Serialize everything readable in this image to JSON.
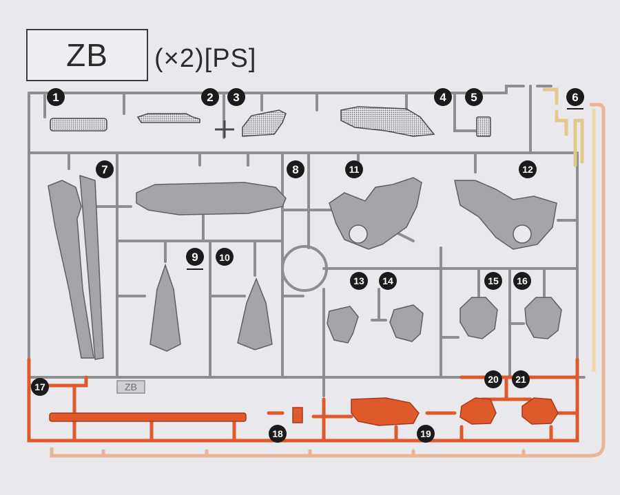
{
  "header": {
    "code": "ZB",
    "quantity": "(×2)",
    "material": "[PS]"
  },
  "runner_code_tag": "ZB",
  "colors": {
    "gray_runner": "#8e8d92",
    "dark_part": "#5a595e",
    "light_gray_part": "#a5a4aa",
    "yellow_runner": "#e2c88a",
    "orange_runner": "#de5a2b",
    "peach_runner": "#e9b596",
    "background": "#e9e8ed"
  },
  "parts": {
    "dark_gray": [
      "1",
      "2",
      "3",
      "4",
      "5"
    ],
    "yellow": [
      "6"
    ],
    "light_gray": [
      "7",
      "8",
      "9",
      "10",
      "11",
      "12",
      "13",
      "14",
      "15",
      "16"
    ],
    "orange": [
      "17",
      "18",
      "19",
      "20",
      "21"
    ],
    "underlined": [
      "6",
      "9"
    ]
  },
  "labels": {
    "n1": "1",
    "n2": "2",
    "n3": "3",
    "n4": "4",
    "n5": "5",
    "n6": "6",
    "n7": "7",
    "n8": "8",
    "n9": "9",
    "n10": "10",
    "n11": "11",
    "n12": "12",
    "n13": "13",
    "n14": "14",
    "n15": "15",
    "n16": "16",
    "n17": "17",
    "n18": "18",
    "n19": "19",
    "n20": "20",
    "n21": "21"
  }
}
